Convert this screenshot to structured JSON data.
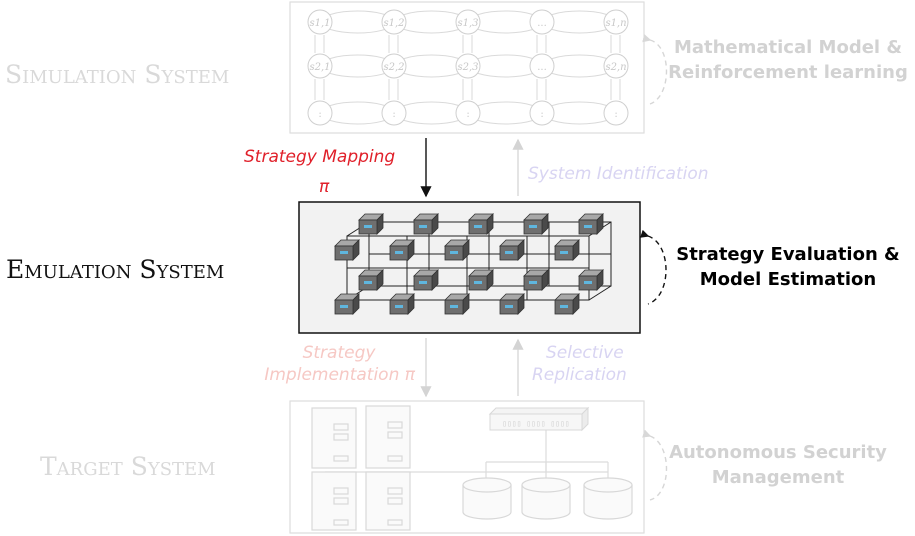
{
  "systems": {
    "simulation": "Simulation System",
    "emulation": "Emulation System",
    "target": "Target System"
  },
  "side_labels": {
    "simulation": [
      "Mathematical Model &",
      "Reinforcement learning"
    ],
    "emulation": [
      "Strategy Evaluation &",
      "Model Estimation"
    ],
    "target": [
      "Autonomous Security",
      "Management"
    ]
  },
  "arrows": {
    "strategy_mapping": "Strategy Mapping",
    "strategy_mapping_symbol": "π",
    "system_identification": "System Identification",
    "strategy_implementation": [
      "Strategy",
      "Implementation π"
    ],
    "selective_replication": [
      "Selective",
      "Replication"
    ]
  },
  "states": {
    "row1": [
      "s1,1",
      "s1,2",
      "s1,3",
      "...",
      "s1,n"
    ],
    "row2": [
      "s2,1",
      "s2,2",
      "s2,3",
      "...",
      "s2,n"
    ],
    "row3": [
      ":",
      ":",
      ":",
      ":",
      ":"
    ]
  },
  "switch_label": "▯▯▯▯ ▯▯▯▯ ▯▯▯▯",
  "colors": {
    "red": "#e0202a",
    "faded": "#d9d9d9",
    "pink": "#f6c8c4",
    "lavender": "#d8d4f2"
  }
}
